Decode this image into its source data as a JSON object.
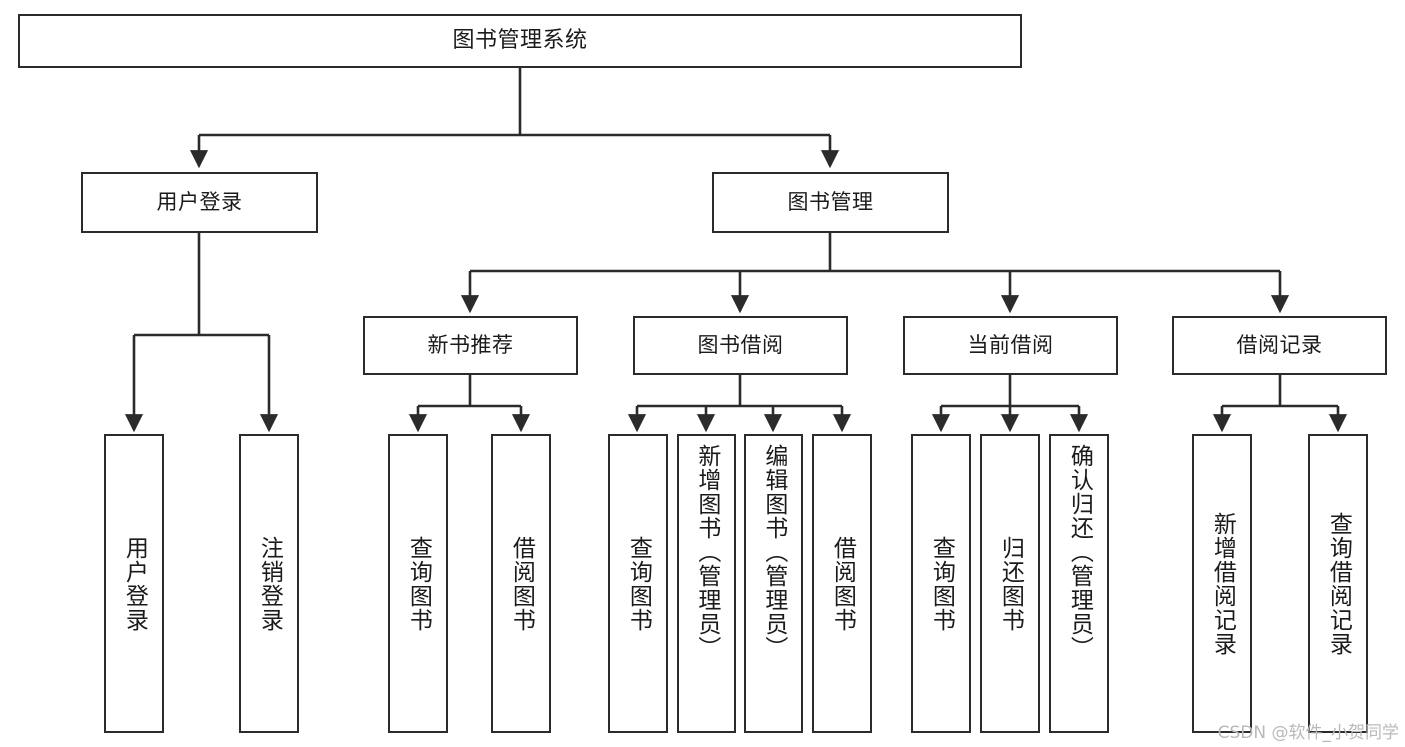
{
  "diagram": {
    "type": "tree-hierarchy",
    "title": "图书管理系统",
    "orientation": "top-down",
    "edge_color": "#2b2b2b",
    "node_border_color": "#2b2b2b",
    "node_fill_color": "#ffffff",
    "background_color": "#ffffff"
  },
  "nodes": {
    "root": {
      "label": "图书管理系统"
    },
    "level2": [
      {
        "label": "用户登录"
      },
      {
        "label": "图书管理"
      }
    ],
    "level3": [
      {
        "label": "新书推荐"
      },
      {
        "label": "图书借阅"
      },
      {
        "label": "当前借阅"
      },
      {
        "label": "借阅记录"
      }
    ],
    "leaves": {
      "user_login": [
        {
          "label": "用户登录"
        },
        {
          "label": "注销登录"
        }
      ],
      "new_book_recommend": [
        {
          "label": "查询图书"
        },
        {
          "label": "借阅图书"
        }
      ],
      "book_borrow": [
        {
          "label": "查询图书"
        },
        {
          "label": "新增图书（管理员）"
        },
        {
          "label": "编辑图书（管理员）"
        },
        {
          "label": "借阅图书"
        }
      ],
      "current_borrow": [
        {
          "label": "查询图书"
        },
        {
          "label": "归还图书"
        },
        {
          "label": "确认归还（管理员）"
        }
      ],
      "borrow_record": [
        {
          "label": "新增借阅记录"
        },
        {
          "label": "查询借阅记录"
        }
      ]
    }
  },
  "watermark": {
    "text": "CSDN @软件_小贺同学"
  }
}
